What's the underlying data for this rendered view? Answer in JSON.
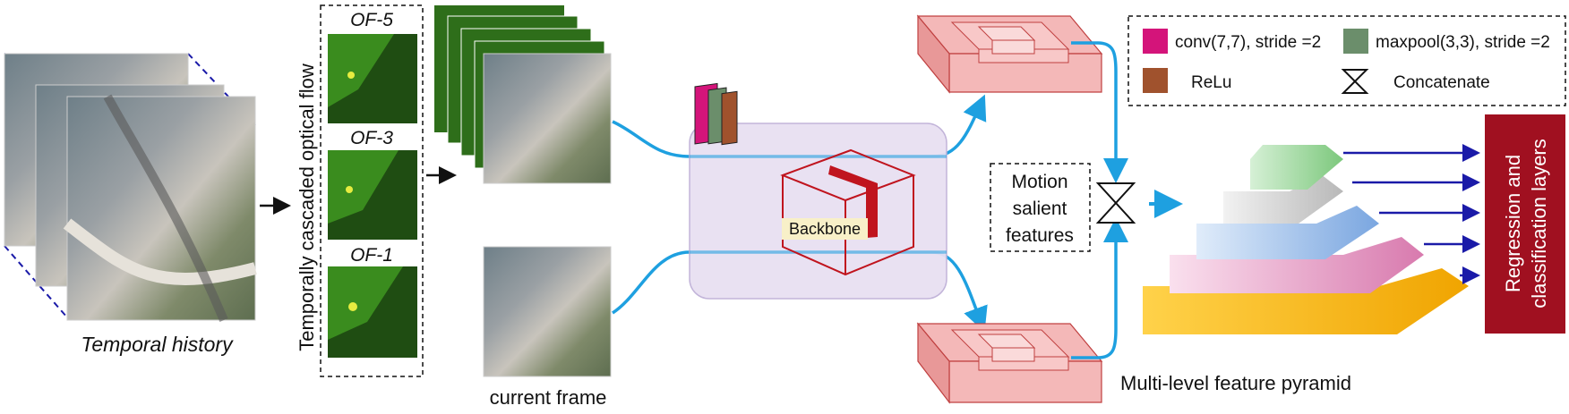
{
  "labels": {
    "temporal_history": "Temporal history",
    "optical_flow": "Temporally cascaded optical flow",
    "of5": "OF-5",
    "of3": "OF-3",
    "of1": "OF-1",
    "current_frame": "current frame",
    "backbone": "Backbone",
    "motion_line1": "Motion",
    "motion_line2": "salient",
    "motion_line3": "features",
    "pyramid": "Multi-level feature pyramid",
    "regression_line1": "Regression and",
    "regression_line2": "classification layers"
  },
  "legend": {
    "conv": "conv(7,7), stride =2",
    "maxpool": "maxpool(3,3), stride =2",
    "relu": "ReLu",
    "concat": "Concatenate"
  },
  "colors": {
    "conv": "#d4147a",
    "maxpool": "#6b8e6b",
    "relu": "#a0522d",
    "arrow_blue": "#1ea0e0",
    "arrow_dark": "#1a1aa8",
    "backbone_bg": "#e8e0f2",
    "backbone_cube": "#c0141e",
    "feature_map": "#f4b8b8",
    "regression_box": "#a01020",
    "pyramid_levels": [
      "#8fd08f",
      "#c8c8c8",
      "#8fb4e8",
      "#e08cb8",
      "#f5b400"
    ]
  }
}
